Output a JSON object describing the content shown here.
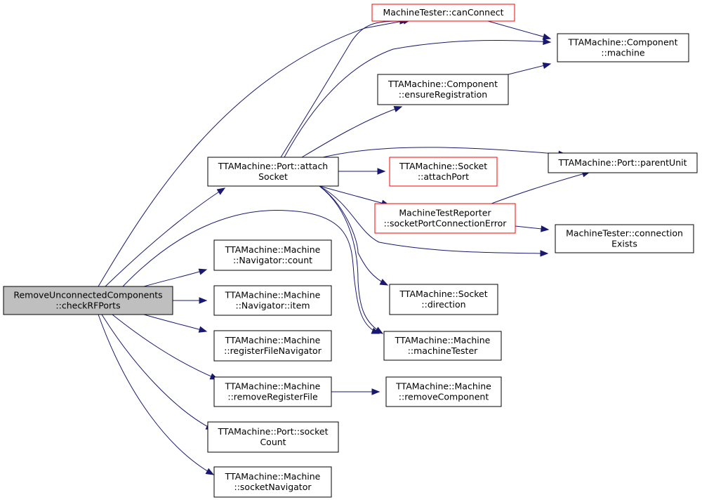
{
  "nodes": {
    "root": [
      "RemoveUnconnectedComponents",
      "::checkRFPorts"
    ],
    "can_connect": [
      "MachineTester::canConnect"
    ],
    "component_machine": [
      "TTAMachine::Component",
      "::machine"
    ],
    "ensure_registration": [
      "TTAMachine::Component",
      "::ensureRegistration"
    ],
    "attach_socket": [
      "TTAMachine::Port::attach",
      "Socket"
    ],
    "parent_unit": [
      "TTAMachine::Port::parentUnit"
    ],
    "socket_attach_port": [
      "TTAMachine::Socket",
      "::attachPort"
    ],
    "socket_port_conn_error": [
      "MachineTestReporter",
      "::socketPortConnectionError"
    ],
    "connection_exists": [
      "MachineTester::connection",
      "Exists"
    ],
    "navigator_count": [
      "TTAMachine::Machine",
      "::Navigator::count"
    ],
    "navigator_item": [
      "TTAMachine::Machine",
      "::Navigator::item"
    ],
    "socket_direction": [
      "TTAMachine::Socket",
      "::direction"
    ],
    "register_file_navigator": [
      "TTAMachine::Machine",
      "::registerFileNavigator"
    ],
    "machine_tester": [
      "TTAMachine::Machine",
      "::machineTester"
    ],
    "remove_register_file": [
      "TTAMachine::Machine",
      "::removeRegisterFile"
    ],
    "remove_component": [
      "TTAMachine::Machine",
      "::removeComponent"
    ],
    "socket_count": [
      "TTAMachine::Port::socket",
      "Count"
    ],
    "socket_navigator": [
      "TTAMachine::Machine",
      "::socketNavigator"
    ]
  },
  "edges": [
    [
      "root",
      "can_connect"
    ],
    [
      "root",
      "attach_socket"
    ],
    [
      "root",
      "navigator_count"
    ],
    [
      "root",
      "navigator_item"
    ],
    [
      "root",
      "register_file_navigator"
    ],
    [
      "root",
      "remove_register_file"
    ],
    [
      "root",
      "socket_count"
    ],
    [
      "root",
      "socket_navigator"
    ],
    [
      "root",
      "machine_tester"
    ],
    [
      "can_connect",
      "component_machine"
    ],
    [
      "ensure_registration",
      "component_machine"
    ],
    [
      "attach_socket",
      "can_connect"
    ],
    [
      "attach_socket",
      "component_machine"
    ],
    [
      "attach_socket",
      "ensure_registration"
    ],
    [
      "attach_socket",
      "parent_unit"
    ],
    [
      "attach_socket",
      "socket_attach_port"
    ],
    [
      "attach_socket",
      "socket_port_conn_error"
    ],
    [
      "attach_socket",
      "connection_exists"
    ],
    [
      "attach_socket",
      "socket_direction"
    ],
    [
      "attach_socket",
      "machine_tester"
    ],
    [
      "socket_port_conn_error",
      "parent_unit"
    ],
    [
      "socket_port_conn_error",
      "connection_exists"
    ],
    [
      "remove_register_file",
      "remove_component"
    ]
  ]
}
